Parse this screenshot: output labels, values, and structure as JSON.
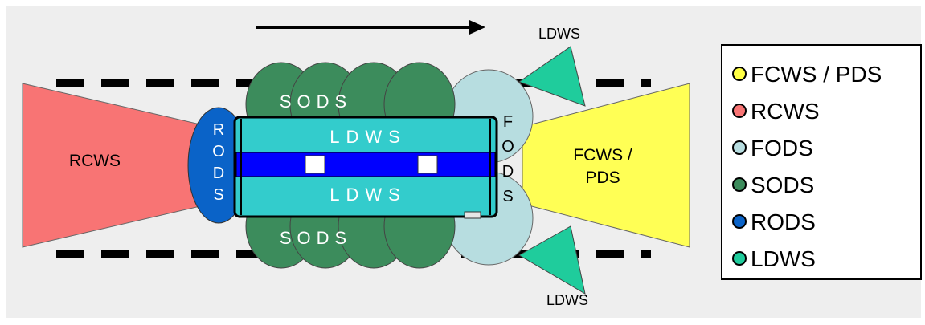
{
  "diagram": {
    "regions": {
      "rcws": "RCWS",
      "fcws_line1": "FCWS /",
      "fcws_line2": "PDS",
      "sods_top": "SODS",
      "sods_bottom": "SODS",
      "ldws_top": "LDWS",
      "ldws_bottom": "LDWS",
      "rods": "RODS",
      "fods": "FODS",
      "ldws_front_top": "LDWS",
      "ldws_front_bottom": "LDWS"
    },
    "colors": {
      "background": "#eeeeee",
      "rcws": "#f87474",
      "fcws": "#ffff55",
      "fods": "#b7dde0",
      "sods": "#3c8c5c",
      "rods": "#0a63c8",
      "ldws": "#1fcc9c",
      "bus_body": "#33cccc",
      "bus_stripe": "#0000ff"
    }
  },
  "legend": {
    "items": [
      {
        "label": "FCWS / PDS",
        "color": "#ffff44"
      },
      {
        "label": "RCWS",
        "color": "#f87474"
      },
      {
        "label": "FODS",
        "color": "#b7dde0"
      },
      {
        "label": "SODS",
        "color": "#3c8c5c"
      },
      {
        "label": "RODS",
        "color": "#0a63c8"
      },
      {
        "label": "LDWS",
        "color": "#1fcc9c"
      }
    ]
  }
}
